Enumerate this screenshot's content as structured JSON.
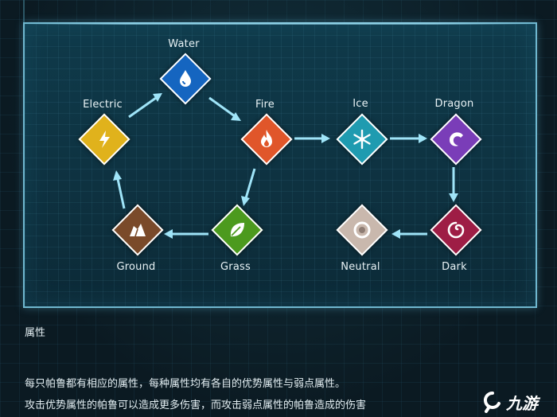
{
  "diagram": {
    "nodes": [
      {
        "id": "water",
        "label": "Water",
        "color": "#1565c0",
        "icon": "water-drop-icon"
      },
      {
        "id": "electric",
        "label": "Electric",
        "color": "#e0b21c",
        "icon": "lightning-icon"
      },
      {
        "id": "fire",
        "label": "Fire",
        "color": "#e0562a",
        "icon": "flame-icon"
      },
      {
        "id": "ice",
        "label": "Ice",
        "color": "#1f9bb0",
        "icon": "snowflake-icon"
      },
      {
        "id": "dragon",
        "label": "Dragon",
        "color": "#7a3db8",
        "icon": "dragon-icon"
      },
      {
        "id": "ground",
        "label": "Ground",
        "color": "#7a4a2a",
        "icon": "rock-icon"
      },
      {
        "id": "grass",
        "label": "Grass",
        "color": "#4c9a1e",
        "icon": "leaf-icon"
      },
      {
        "id": "neutral",
        "label": "Neutral",
        "color": "#c9b8ad",
        "icon": "circle-target-icon"
      },
      {
        "id": "dark",
        "label": "Dark",
        "color": "#9e1d45",
        "icon": "swirl-icon"
      }
    ],
    "edges": [
      [
        "electric",
        "water"
      ],
      [
        "water",
        "fire"
      ],
      [
        "fire",
        "grass"
      ],
      [
        "grass",
        "ground"
      ],
      [
        "ground",
        "electric"
      ],
      [
        "fire",
        "ice"
      ],
      [
        "ice",
        "dragon"
      ],
      [
        "dragon",
        "dark"
      ],
      [
        "dark",
        "neutral"
      ]
    ]
  },
  "section": {
    "title": "属性",
    "lines": [
      "每只帕鲁都有相应的属性，每种属性均有各自的优势属性与弱点属性。",
      "攻击优势属性的帕鲁可以造成更多伤害，而攻击弱点属性的帕鲁造成的伤害"
    ]
  },
  "watermark": {
    "text": "九游",
    "icon": "jiuyou-logo-icon"
  }
}
